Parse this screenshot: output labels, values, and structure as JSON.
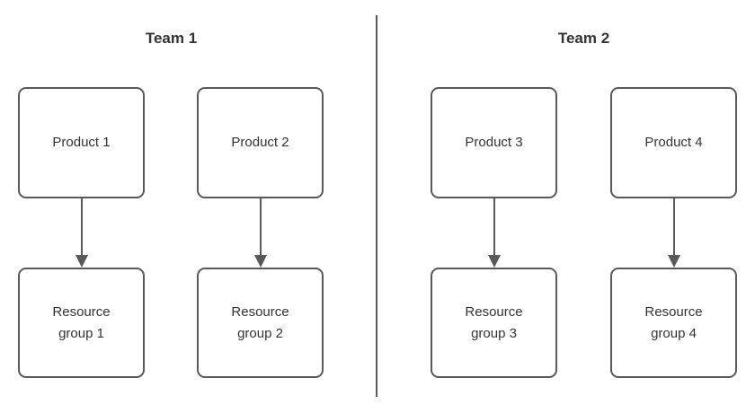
{
  "diagram": {
    "background_color": "#ffffff",
    "stroke_color": "#595959",
    "text_color": "#333333",
    "teams": [
      {
        "title": "Team 1",
        "products": [
          {
            "label": "Product 1"
          },
          {
            "label": "Product 2"
          }
        ],
        "resource_groups": [
          {
            "label": "Resource group 1"
          },
          {
            "label": "Resource group 2"
          }
        ],
        "connections": [
          {
            "from": "Product 1",
            "to": "Resource group 1",
            "style": "arrow-down"
          },
          {
            "from": "Product 2",
            "to": "Resource group 2",
            "style": "arrow-down"
          }
        ]
      },
      {
        "title": "Team 2",
        "products": [
          {
            "label": "Product 3"
          },
          {
            "label": "Product 4"
          }
        ],
        "resource_groups": [
          {
            "label": "Resource group 3"
          },
          {
            "label": "Resource group 4"
          }
        ],
        "connections": [
          {
            "from": "Product 3",
            "to": "Resource group 3",
            "style": "arrow-down"
          },
          {
            "from": "Product 4",
            "to": "Resource group 4",
            "style": "arrow-down"
          }
        ]
      }
    ]
  }
}
